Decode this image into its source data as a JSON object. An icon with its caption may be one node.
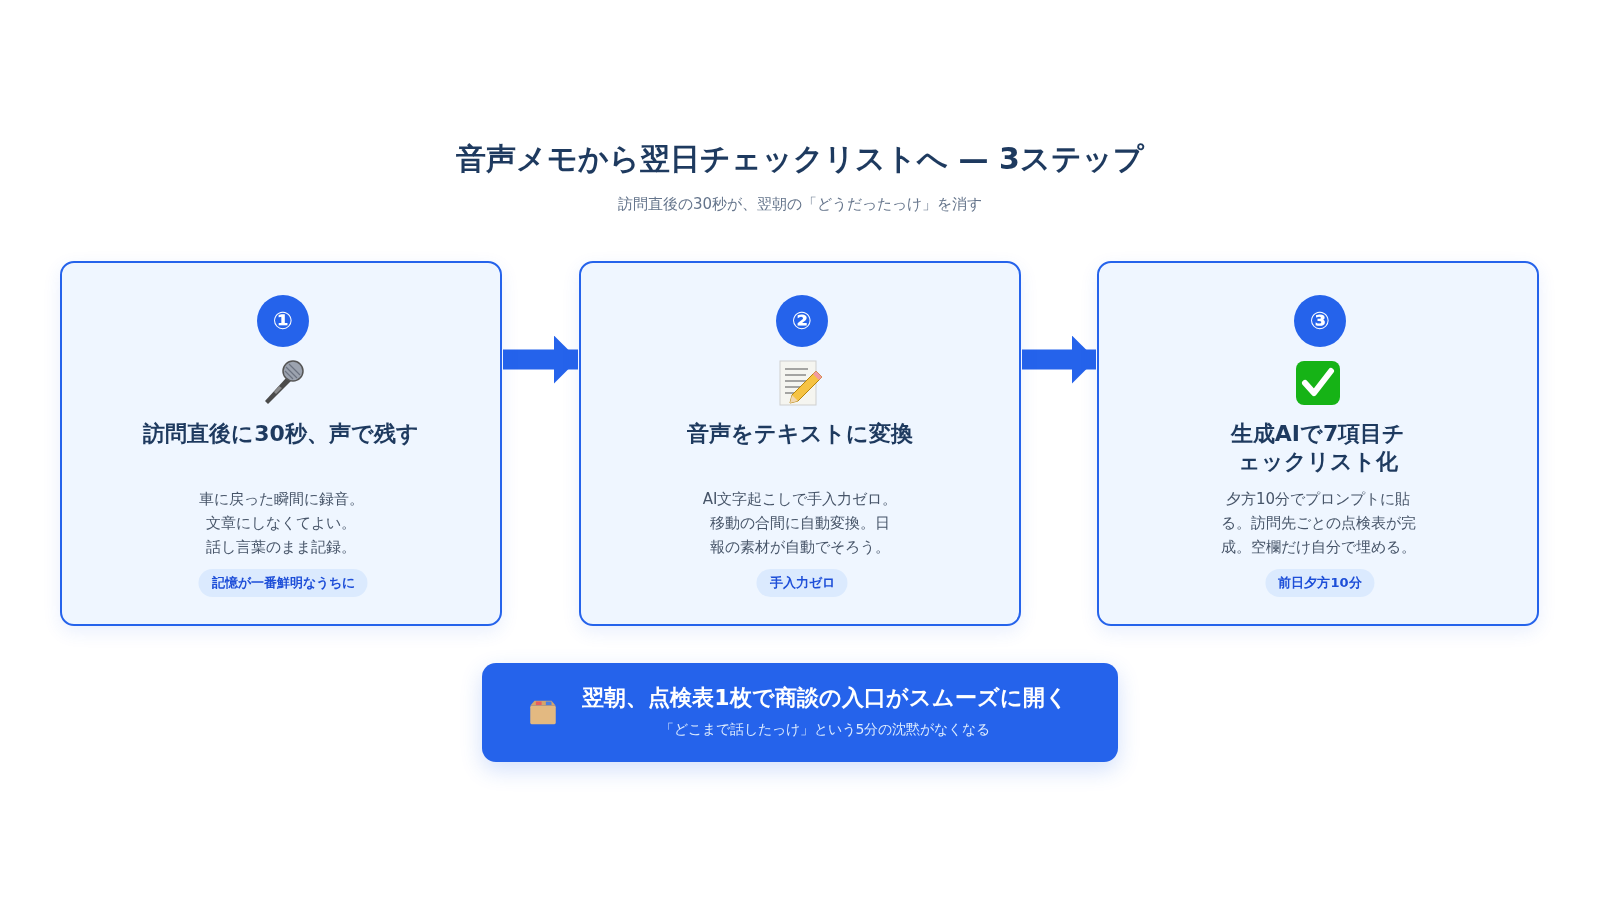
{
  "diagram": {
    "title": "音声メモから翌日チェックリストへ — 3ステップ",
    "nodes": [
      {
        "text": [
          "訪問直後に30秒、声で残す",
          "車に戻った瞬間に録音。文章にしなくてよい。話し言葉のまま記録。"
        ]
      },
      {
        "text": [
          "①"
        ],
        "in": 0
      },
      {
        "text": [
          "記憶が一番鮮明なうちに"
        ],
        "in": 0
      },
      {
        "text": [
          "音声をテキストに変換",
          "AI文字起こしで手入力ゼロ。移動の合間に自動変換。日報の素材が自動でそろう。"
        ]
      },
      {
        "text": [
          "②"
        ],
        "in": 3
      },
      {
        "text": [
          "手入力ゼロ"
        ],
        "in": 3
      },
      {
        "text": [
          "生成AIで7項目チェックリスト化",
          "夕方10分でプロンプトに貼る。訪問先ごとの点検表が完成。空欄だけ自分で埋める。"
        ]
      },
      {
        "text": [
          "③"
        ],
        "in": 6
      },
      {
        "text": [
          "前日夕方10分"
        ],
        "in": 6
      },
      {
        "text": [
          "翌朝、点検表1枚で商談の入口がスムーズに開く",
          "「どこまで話したっけ」という5分の沈黙がなくなる"
        ]
      }
    ],
    "edges": [
      {
        "from": 0,
        "to": 3,
        "arrow": "to"
      },
      {
        "from": 3,
        "to": 6,
        "arrow": "to"
      }
    ],
    "labels": [
      "訪問直後の30秒が、翌朝の「どうだったっけ」を消す"
    ]
  }
}
